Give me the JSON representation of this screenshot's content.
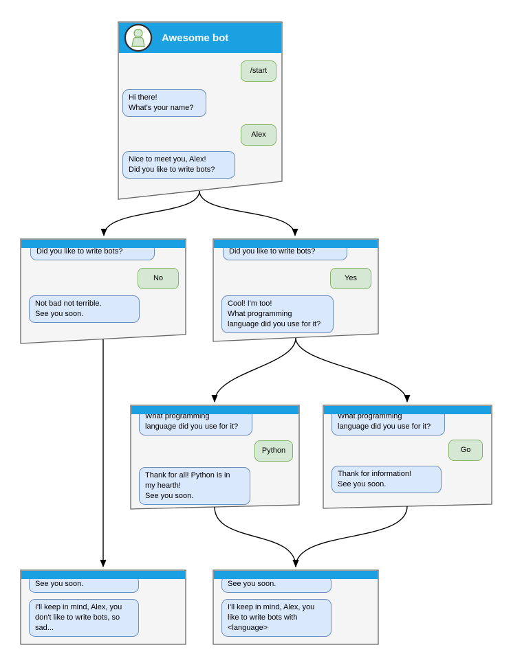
{
  "colors": {
    "header_blue": "#1ba1e2",
    "window_bg": "#f5f5f5",
    "window_border": "#666666",
    "bot_bubble_bg": "#dae8fc",
    "bot_bubble_border": "#6c8ebf",
    "user_bubble_bg": "#d5e8d4",
    "user_bubble_border": "#82b366"
  },
  "main_window": {
    "title": "Awesome bot",
    "avatar_icon": "person-icon",
    "messages": {
      "start_command": "/start",
      "greeting": "Hi there!\nWhat's your name?",
      "name_reply": "Alex",
      "bots_question": "Nice to meet you, Alex!\nDid you like to write bots?"
    }
  },
  "no_branch": {
    "question": "Did you like to write bots?",
    "answer": "No",
    "reply": "Not bad not terrible.\nSee you soon."
  },
  "yes_branch": {
    "question": "Did you like to write bots?",
    "answer": "Yes",
    "reply": "Cool! I'm too!\nWhat programming\nlanguage did you use for it?"
  },
  "python_branch": {
    "question": "What programming\nlanguage did you use for it?",
    "answer": "Python",
    "reply": "Thank for all! Python is in\nmy hearth!\nSee you soon."
  },
  "go_branch": {
    "question": "What programming\nlanguage did you use for it?",
    "answer": "Go",
    "reply": "Thank for information!\nSee you soon."
  },
  "end_no": {
    "header_message": "See you soon.",
    "reply": "I'll keep in mind, Alex, you\ndon't like to write bots, so\nsad..."
  },
  "end_yes": {
    "header_message": "See you soon.",
    "reply": "I'll keep in mind, Alex, you\nlike to write bots with\n<language>"
  }
}
